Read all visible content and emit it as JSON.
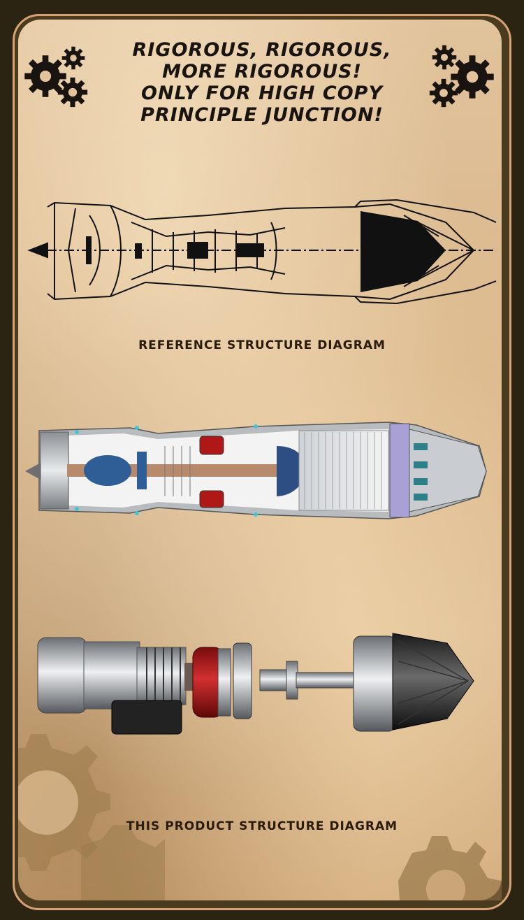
{
  "headline": {
    "line1": "RIGOROUS, RIGOROUS,",
    "line2": "MORE RIGOROUS!",
    "line3": "ONLY FOR HIGH COPY",
    "line4": "PRINCIPLE JUNCTION!"
  },
  "captions": {
    "reference": "REFERENCE STRUCTURE DIAGRAM",
    "product": "THIS PRODUCT STRUCTURE DIAGRAM"
  },
  "colors": {
    "frame_border": "#d7a274",
    "paper": "#dcbb91",
    "ink": "#1a1410",
    "accent_red": "#b01818",
    "accent_blue": "#1f4f8a"
  },
  "icons": [
    "gear-icon",
    "gear-icon",
    "gear-icon",
    "gear-icon",
    "gear-icon",
    "gear-icon"
  ]
}
